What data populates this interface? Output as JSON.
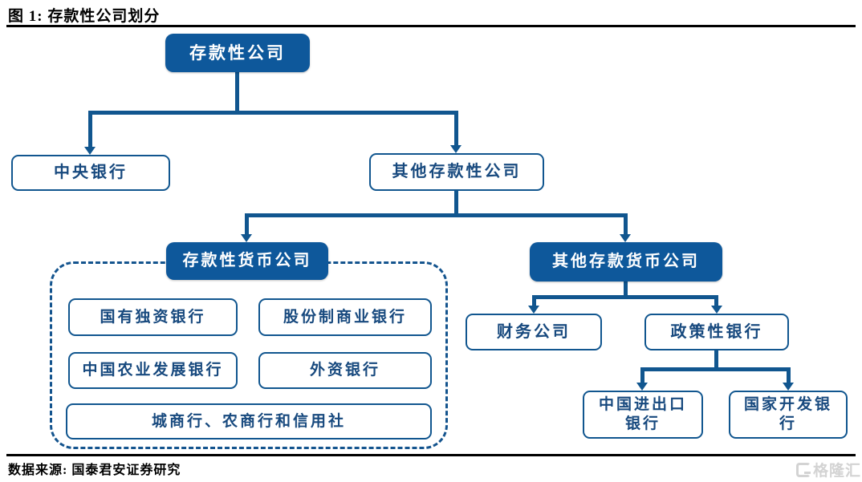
{
  "figure": {
    "title": "图 1: 存款性公司划分",
    "source": "数据来源: 国泰君安证券研究"
  },
  "watermark": {
    "logo_letter": "G",
    "text": "格隆汇"
  },
  "colors": {
    "node_fill": "#0E589B",
    "connector_line": "#11568F",
    "outline_node_text": "#17497E",
    "rule": "#000000",
    "watermark_gray": "#d3d3d3"
  },
  "nodes": {
    "root": {
      "label": "存款性公司"
    },
    "central_bank": {
      "label": "中央银行"
    },
    "other_depository": {
      "label": "其他存款性公司"
    },
    "depository_monetary": {
      "label": "存款性货币公司"
    },
    "other_deposit_monetary": {
      "label": "其他存款货币公司"
    },
    "state_owned_bank": {
      "label": "国有独资银行"
    },
    "joint_stock_bank": {
      "label": "股份制商业银行"
    },
    "agri_dev_bank": {
      "label": "中国农业发展银行"
    },
    "foreign_bank": {
      "label": "外资银行"
    },
    "city_rural_credit": {
      "label": "城商行、农商行和信用社"
    },
    "finance_company": {
      "label": "财务公司"
    },
    "policy_bank": {
      "label": "政策性银行"
    },
    "exim_bank": {
      "label": "中国进出口\n银行"
    },
    "cdb_bank": {
      "label": "国家开发银\n行"
    }
  }
}
